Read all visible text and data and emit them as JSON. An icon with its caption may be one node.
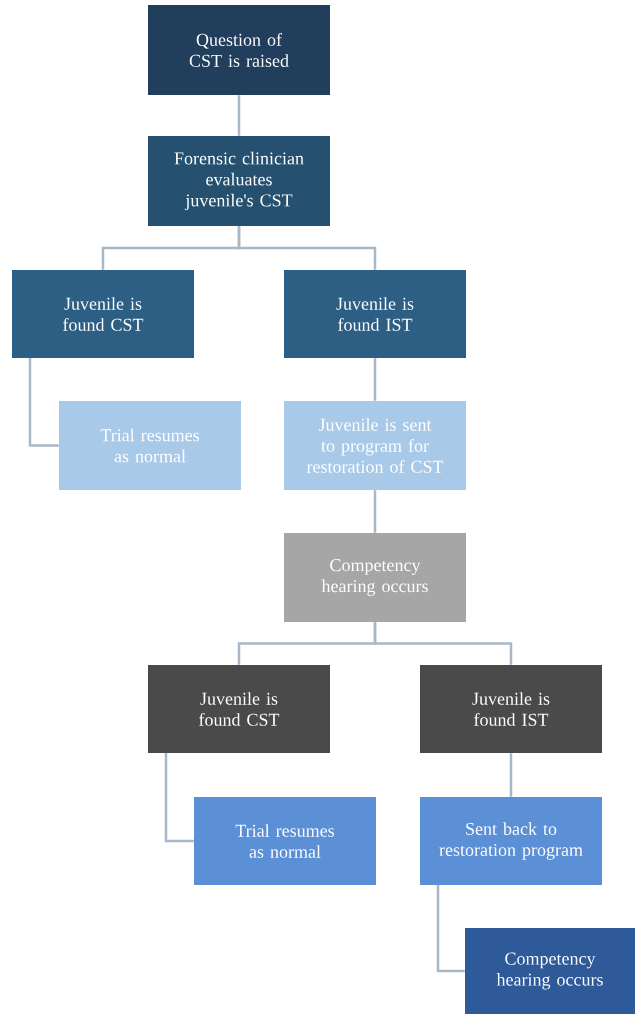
{
  "diagram": {
    "nodes": [
      {
        "text": [
          "Question of CST is raised"
        ]
      },
      {
        "text": [
          "Forensic clinician evaluates juvenile's CST"
        ]
      },
      {
        "text": [
          "Juvenile is found CST"
        ]
      },
      {
        "text": [
          "Juvenile is found IST"
        ]
      },
      {
        "text": [
          "Trial resumes as normal"
        ]
      },
      {
        "text": [
          "Juvenile is sent to program for restoration of CST"
        ]
      },
      {
        "text": [
          "Competency hearing occurs"
        ]
      },
      {
        "text": [
          "Juvenile is found CST"
        ]
      },
      {
        "text": [
          "Juvenile is found IST"
        ]
      },
      {
        "text": [
          "Trial resumes as normal"
        ]
      },
      {
        "text": [
          "Sent back to restoration program"
        ]
      },
      {
        "text": [
          "Competency hearing occurs"
        ]
      }
    ],
    "edges": [
      {
        "from": 0,
        "to": 1,
        "arrow": "none"
      },
      {
        "from": 1,
        "to": 2,
        "arrow": "none"
      },
      {
        "from": 1,
        "to": 3,
        "arrow": "none"
      },
      {
        "from": 2,
        "to": 4,
        "arrow": "none"
      },
      {
        "from": 3,
        "to": 5,
        "arrow": "none"
      },
      {
        "from": 5,
        "to": 6,
        "arrow": "none"
      },
      {
        "from": 6,
        "to": 7,
        "arrow": "none"
      },
      {
        "from": 6,
        "to": 8,
        "arrow": "none"
      },
      {
        "from": 7,
        "to": 9,
        "arrow": "none"
      },
      {
        "from": 8,
        "to": 10,
        "arrow": "none"
      },
      {
        "from": 10,
        "to": 11,
        "arrow": "none"
      }
    ]
  }
}
